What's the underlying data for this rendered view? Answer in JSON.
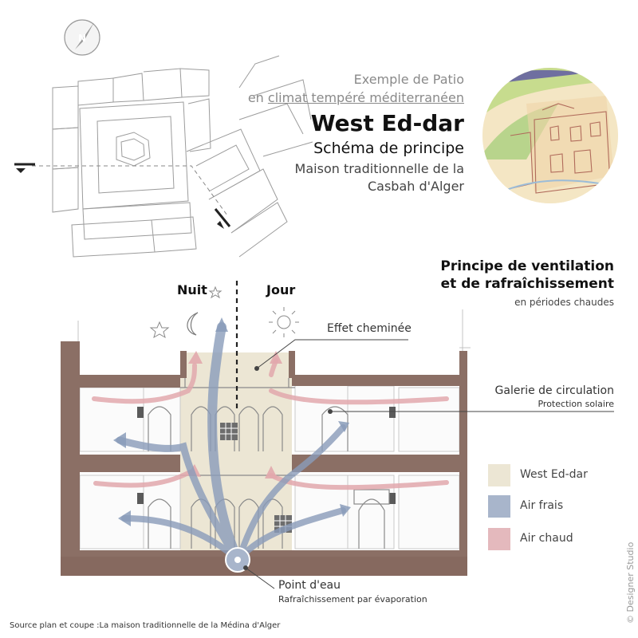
{
  "header": {
    "line1": "Exemple de Patio",
    "line2_prefix": "en",
    "line2_link": "climat tempéré méditerranéen",
    "title": "West Ed-dar",
    "subtitle": "Schéma de principe",
    "desc_line1": "Maison traditionnelle de la",
    "desc_line2": "Casbah d'Alger"
  },
  "section": {
    "title_line1": "Principe de ventilation",
    "title_line2": "et de rafraîchissement",
    "note": "en périodes chaudes"
  },
  "section_markers": {
    "night": "Nuit",
    "day": "Jour"
  },
  "annotations": {
    "chimney": "Effet cheminée",
    "gallery": "Galerie de circulation",
    "gallery_sub": "Protection solaire",
    "water": "Point d'eau",
    "water_sub": "Rafraîchissement par évaporation"
  },
  "legend": [
    {
      "label": "West Ed-dar",
      "color": "#ece6d4"
    },
    {
      "label": "Air frais",
      "color": "#a8b5cb"
    },
    {
      "label": "Air chaud",
      "color": "#e4b9bd"
    }
  ],
  "colors": {
    "wall": "#8b6f65",
    "patio": "#ece6d4",
    "cool_air": "#8a9cba",
    "warm_air": "#e2a8ad",
    "sketch": "#8d8d8d"
  },
  "footer": {
    "source": "Source plan et coupe :La maison traditionnelle de la Médina d'Alger",
    "credit": "© Designer Studio"
  }
}
